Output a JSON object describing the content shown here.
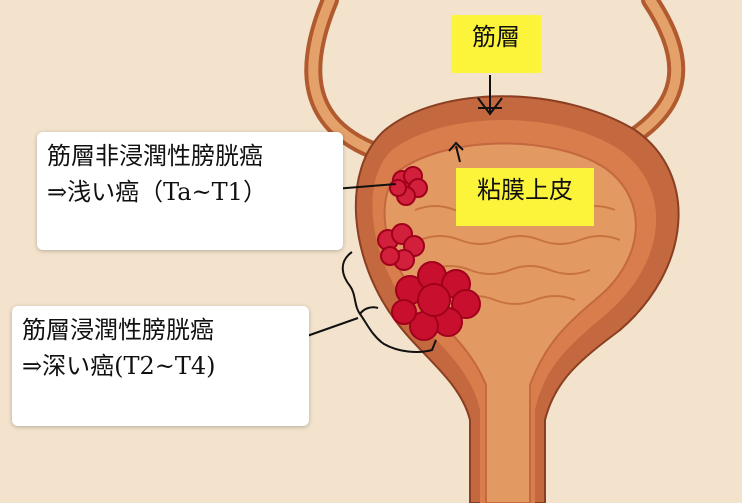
{
  "labels": {
    "muscle_layer": "筋層",
    "urothelium": "粘膜上皮"
  },
  "cards": {
    "non_invasive": {
      "line1": "筋層非浸潤性膀胱癌",
      "line2": "⇒浅い癌（Ta~T1）"
    },
    "invasive": {
      "line1": "筋層浸潤性膀胱癌",
      "line2": "⇒深い癌(T2~T4)"
    }
  },
  "colors": {
    "background": "#f3e3cd",
    "bladder_wall": "#c4683f",
    "bladder_lumen": "#d98a53",
    "tumor": "#d11f3c",
    "label_highlight": "#fbf43a"
  }
}
